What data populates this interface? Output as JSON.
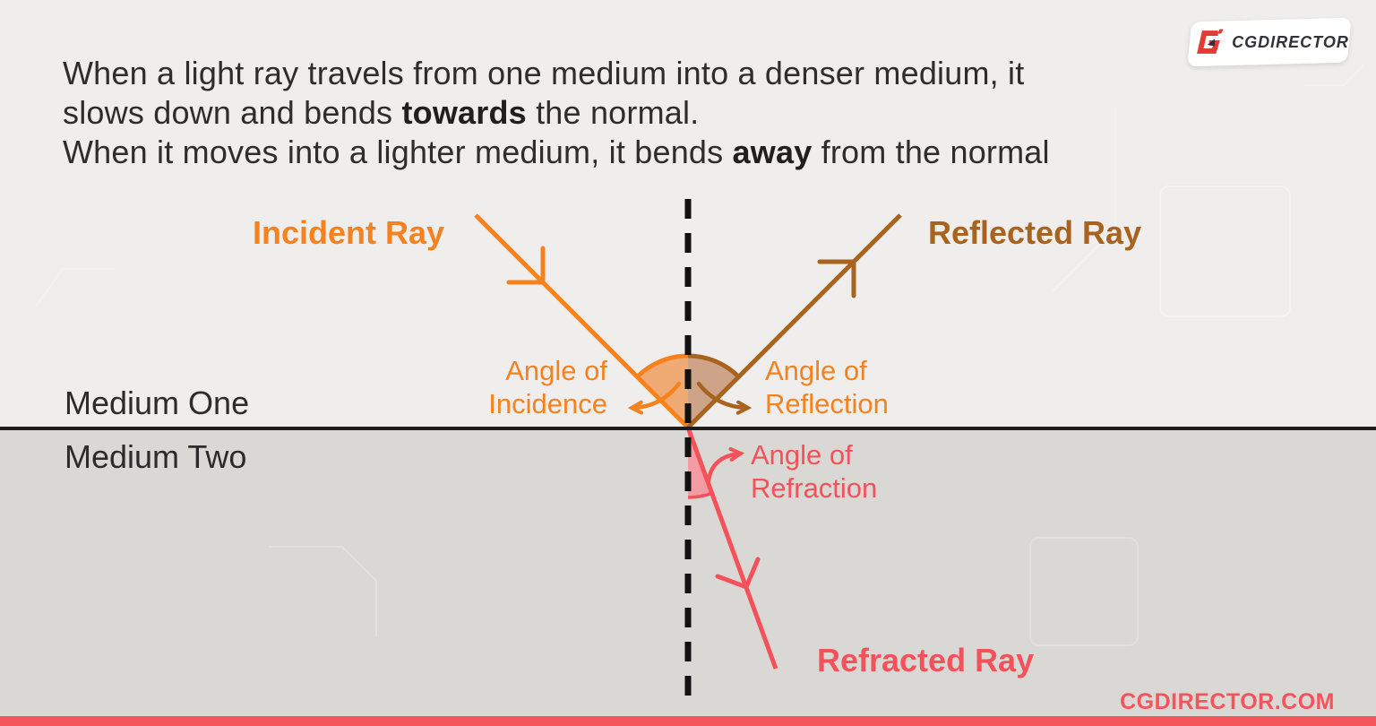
{
  "intro": {
    "line1": "When a light ray travels from one medium into a denser medium, it",
    "line2_pre": "slows down and bends ",
    "line2_bold": "towards",
    "line2_post": " the normal.",
    "line3_pre": "When it moves into a lighter medium, it bends ",
    "line3_bold": "away",
    "line3_post": " from the normal"
  },
  "rays": {
    "incident_label": "Incident Ray",
    "reflected_label": "Reflected Ray",
    "refracted_label": "Refracted Ray"
  },
  "angles": {
    "incidence_line1": "Angle of",
    "incidence_line2": "Incidence",
    "reflection_line1": "Angle of",
    "reflection_line2": "Reflection",
    "refraction_line1": "Angle of",
    "refraction_line2": "Refraction"
  },
  "media": {
    "one_label": "Medium One",
    "two_label": "Medium Two"
  },
  "branding": {
    "logo_text": "CGDIRECTOR",
    "site_text": "CGDIRECTOR.COM"
  },
  "colors": {
    "incident_orange": "#F5821F",
    "reflected_brown": "#A8641E",
    "refracted_coral": "#F4525A",
    "sector_incidence_fill": "#F0AB74",
    "sector_reflection_fill": "#CDA488",
    "sector_refraction_fill": "#F49BA3",
    "medium_one_bg": "#EFEEEC",
    "medium_two_bg": "#D9D8D5",
    "interface_ink": "#1D1D1B",
    "normal_ink": "#111111",
    "text_ink": "#2D2D2D",
    "footer_bar": "#F4555A",
    "logo_red": "#E23B33",
    "logo_ink": "#2F3337"
  }
}
